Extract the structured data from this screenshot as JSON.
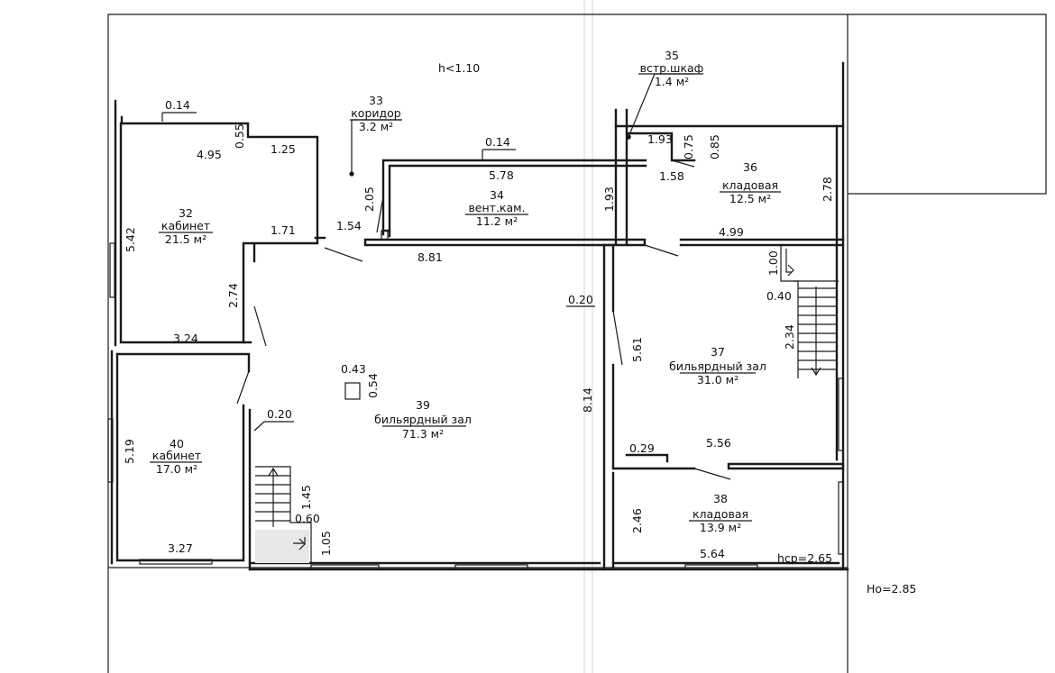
{
  "header": {
    "ceiling_note": "h<1.10"
  },
  "rooms": [
    {
      "num": "32",
      "name": "кабинет",
      "area": "21.5 м²"
    },
    {
      "num": "33",
      "name": "коридор",
      "area": "3.2 м²"
    },
    {
      "num": "34",
      "name": "вент.кам.",
      "area": "11.2 м²"
    },
    {
      "num": "35",
      "name": "встр.шкаф",
      "area": "1.4 м²"
    },
    {
      "num": "36",
      "name": "кладовая",
      "area": "12.5 м²"
    },
    {
      "num": "37",
      "name": "бильярдный зал",
      "area": "31.0 м²"
    },
    {
      "num": "38",
      "name": "кладовая",
      "area": "13.9 м²"
    },
    {
      "num": "39",
      "name": "бильярдный зал",
      "area": "71.3 м²"
    },
    {
      "num": "40",
      "name": "кабинет",
      "area": "17.0 м²"
    }
  ],
  "dims": {
    "d_0_14a": "0.14",
    "d_0_55": "0.55",
    "d_4_95": "4.95",
    "d_1_25": "1.25",
    "d_5_42": "5.42",
    "d_1_71": "1.71",
    "d_1_54": "1.54",
    "d_2_05": "2.05",
    "d_0_14b": "0.14",
    "d_5_78": "5.78",
    "d_1_93a": "1.93",
    "d_0_75": "0.75",
    "d_0_85": "0.85",
    "d_1_58": "1.58",
    "d_2_78": "2.78",
    "d_1_93b": "1.93",
    "d_8_81": "8.81",
    "d_4_99": "4.99",
    "d_1_00": "1.00",
    "d_0_40": "0.40",
    "d_2_74": "2.74",
    "d_0_20a": "0.20",
    "d_2_34": "2.34",
    "d_5_61": "5.61",
    "d_3_24": "3.24",
    "d_0_43": "0.43",
    "d_0_54": "0.54",
    "d_8_14": "8.14",
    "d_0_20b": "0.20",
    "d_0_29": "0.29",
    "d_5_56": "5.56",
    "d_5_19": "5.19",
    "d_1_45": "1.45",
    "d_2_46": "2.46",
    "d_0_60": "0.60",
    "d_1_05": "1.05",
    "d_3_27": "3.27",
    "d_5_64": "5.64"
  },
  "heights": {
    "hcp": "hcp=2.65",
    "ho": "Ho=2.85"
  }
}
